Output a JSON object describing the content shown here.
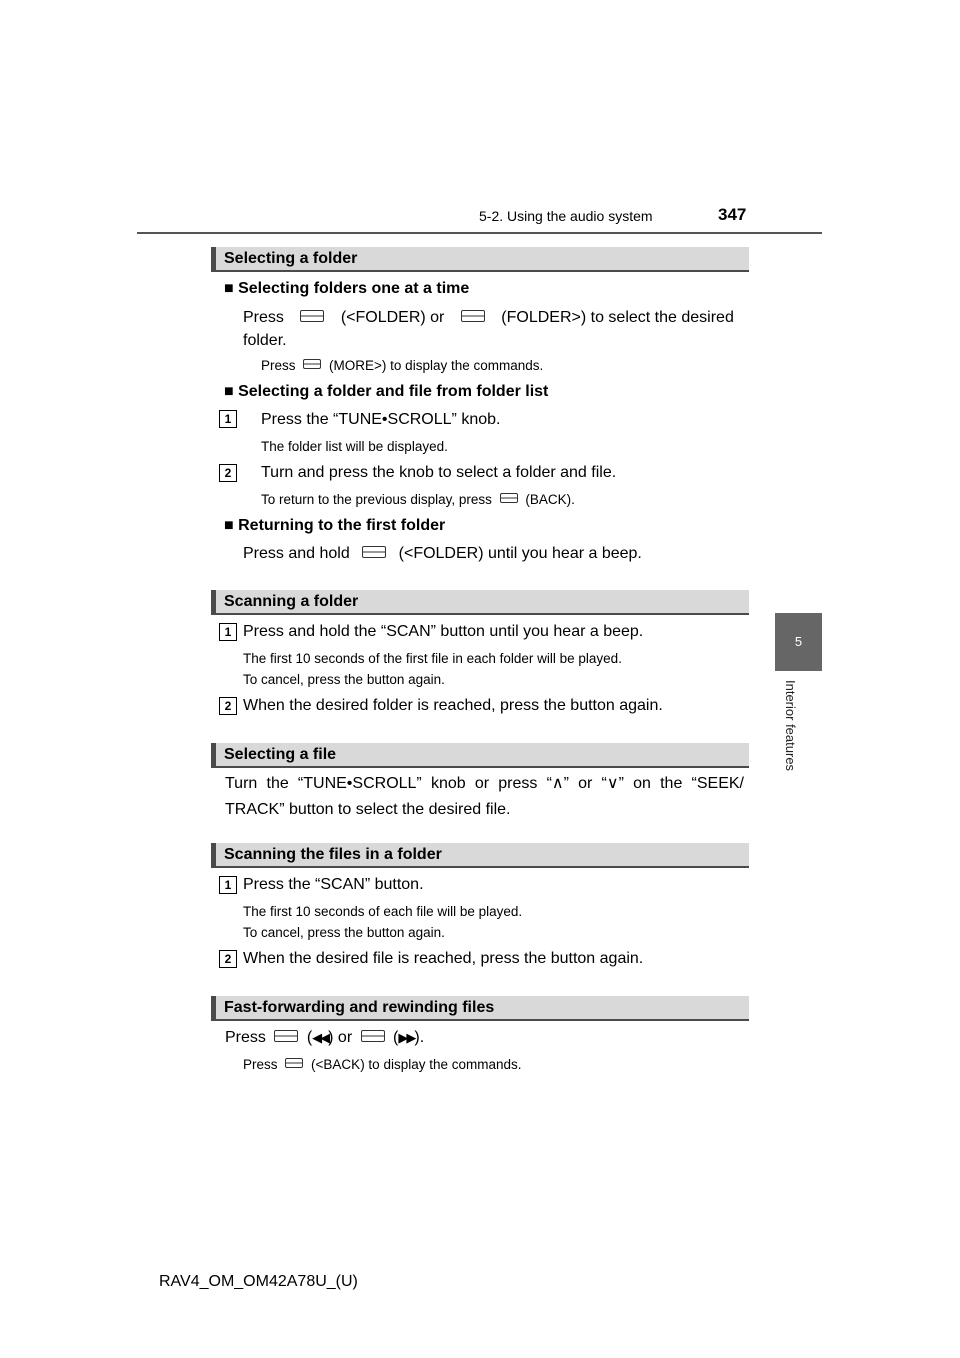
{
  "header": {
    "section": "5-2. Using the audio system",
    "page_number": "347"
  },
  "side_tab": {
    "chapter": "5",
    "label": "Interior features"
  },
  "sections": {
    "selecting_folder": {
      "title": "Selecting a folder",
      "sub1_title": "Selecting folders one at a time",
      "sub1_press": "Press",
      "sub1_text_a": "(<FOLDER) or",
      "sub1_text_b": "(FOLDER>) to select the desired",
      "sub1_text_c": "folder.",
      "sub1_note_a": "Press",
      "sub1_note_b": "(MORE>) to display the commands.",
      "sub2_title": "Selecting a folder and file from folder list",
      "step1_num": "1",
      "step1": "Press the “TUNE•SCROLL” knob.",
      "step1_note": "The folder list will be displayed.",
      "step2_num": "2",
      "step2": "Turn and press the knob to select a folder and file.",
      "step2_note_a": "To return to the previous display, press",
      "step2_note_b": "(BACK).",
      "sub3_title": "Returning to the first folder",
      "sub3_a": "Press and hold",
      "sub3_b": "(<FOLDER) until you hear a beep."
    },
    "scanning_folder": {
      "title": "Scanning a folder",
      "step1_num": "1",
      "step1": "Press and hold the “SCAN” button until you hear a beep.",
      "step1_note1": "The first 10 seconds of the first file in each folder will be played.",
      "step1_note2": "To cancel, press the button again.",
      "step2_num": "2",
      "step2": "When the desired folder is reached, press the button again."
    },
    "selecting_file": {
      "title": "Selecting a file",
      "text1": "Turn the “TUNE•SCROLL” knob or press “∧” or “∨” on the “SEEK/",
      "text2": "TRACK” button to select the desired file."
    },
    "scanning_files": {
      "title": "Scanning the files in a folder",
      "step1_num": "1",
      "step1": "Press the “SCAN” button.",
      "step1_note1": "The first 10 seconds of each file will be played.",
      "step1_note2": "To cancel, press the button again.",
      "step2_num": "2",
      "step2": "When the desired file is reached, press the button again."
    },
    "fast_forward": {
      "title": "Fast-forwarding and rewinding files",
      "text_a": "Press",
      "text_b": "(",
      "rewind_symbol": "◀◀",
      "text_c": ") or",
      "text_d": "(",
      "forward_symbol": "▶▶",
      "text_e": ").",
      "note_a": "Press",
      "note_b": "(<BACK) to display the commands."
    }
  },
  "footer": {
    "doc_id": "RAV4_OM_OM42A78U_(U)"
  }
}
